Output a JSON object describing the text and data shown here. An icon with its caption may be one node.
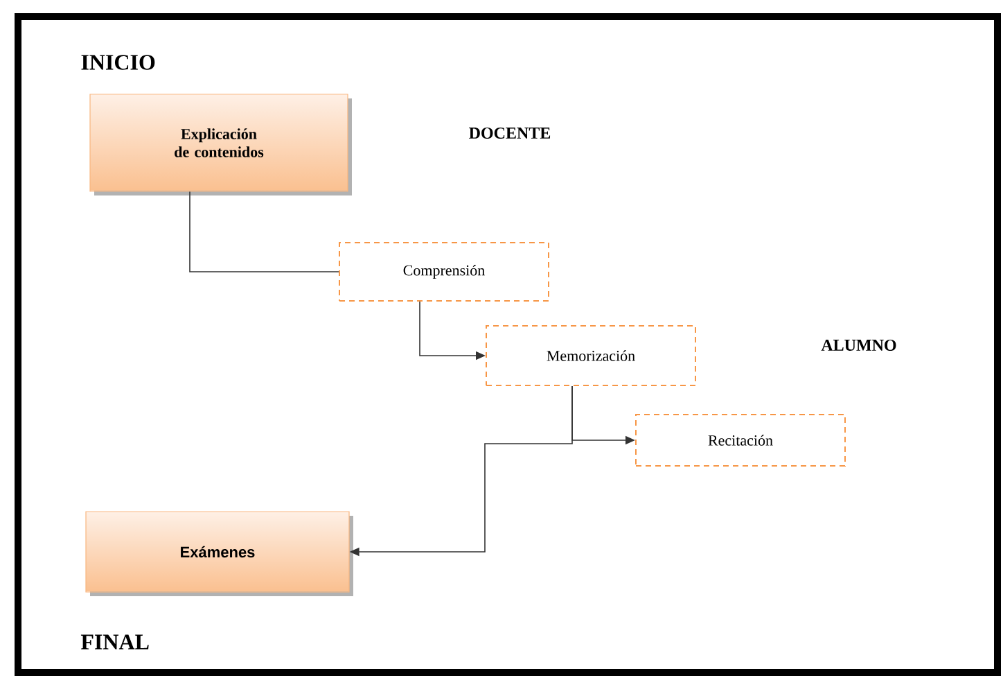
{
  "diagram": {
    "nodes": [
      {
        "text": [
          "Explicación de contenidos"
        ]
      },
      {
        "text": [
          "Comprensión"
        ]
      },
      {
        "text": [
          "Memorización"
        ]
      },
      {
        "text": [
          "Recitación"
        ]
      },
      {
        "text": [
          "Exámenes"
        ]
      }
    ],
    "edges": [
      {
        "from": 0,
        "to": 1,
        "arrow": "none"
      },
      {
        "from": 1,
        "to": 2,
        "arrow": "to"
      },
      {
        "from": 2,
        "to": 3,
        "arrow": "to"
      },
      {
        "from": 2,
        "to": 4,
        "arrow": "to"
      }
    ],
    "labels": [
      "INICIO",
      "DOCENTE",
      "ALUMNO",
      "FINAL"
    ]
  }
}
